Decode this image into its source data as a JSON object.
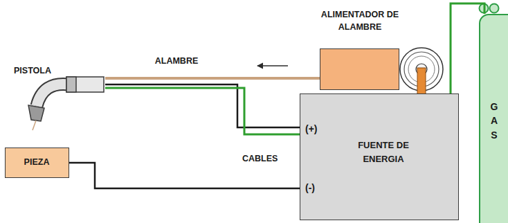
{
  "diagram": {
    "nodes": [
      {
        "text": [
          "PISTOLA"
        ]
      },
      {
        "text": [
          "ALIMENTADOR DE ALAMBRE"
        ]
      },
      {
        "text": [
          "G A S"
        ]
      },
      {
        "text": [
          "PIEZA"
        ]
      },
      {
        "text": [
          "(+)",
          "FUENTE DE ENERGIA",
          "(-)"
        ]
      }
    ],
    "edges": [
      {
        "from": 1,
        "to": 0,
        "label": "ALAMBRE",
        "arrow": "none"
      },
      {
        "from": 0,
        "to": 4,
        "arrow": "none"
      },
      {
        "from": 0,
        "to": 4,
        "arrow": "none"
      },
      {
        "from": 3,
        "to": 4,
        "arrow": "none"
      },
      {
        "from": 2,
        "to": 4,
        "arrow": "none"
      }
    ],
    "labels": [
      "CABLES"
    ]
  }
}
